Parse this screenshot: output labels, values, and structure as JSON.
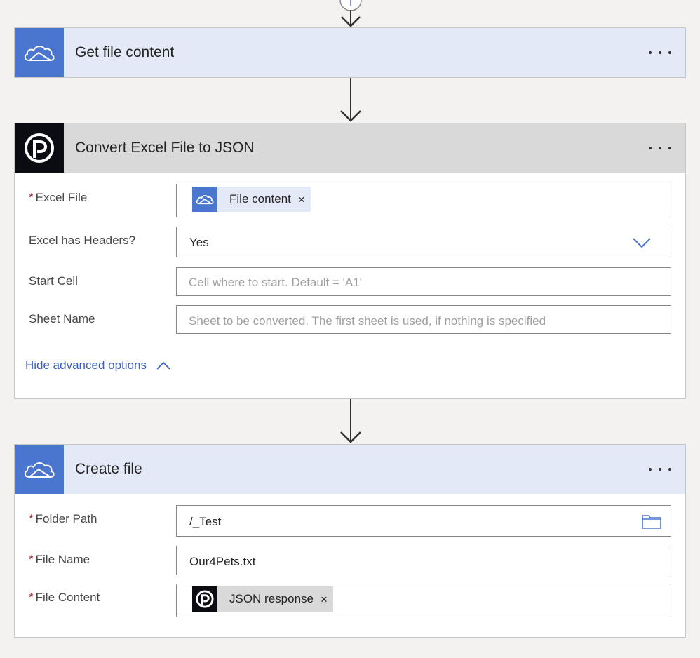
{
  "steps": [
    {
      "title": "Get file content"
    },
    {
      "title": "Convert Excel File to JSON",
      "fields": {
        "excel_file": {
          "label": "Excel File",
          "required_mark": "*",
          "token_label": "File content",
          "token_remove": "×"
        },
        "headers": {
          "label": "Excel has Headers?",
          "value": "Yes"
        },
        "start_cell": {
          "label": "Start Cell",
          "placeholder": "Cell where to start. Default = 'A1'"
        },
        "sheet_name": {
          "label": "Sheet Name",
          "placeholder": "Sheet to be converted. The first sheet is used, if nothing is specified"
        }
      },
      "advanced_link": "Hide advanced options"
    },
    {
      "title": "Create file",
      "fields": {
        "folder_path": {
          "label": "Folder Path",
          "required_mark": "*",
          "value": "/_Test"
        },
        "file_name": {
          "label": "File Name",
          "required_mark": "*",
          "value": "Our4Pets.txt"
        },
        "file_content": {
          "label": "File Content",
          "required_mark": "*",
          "token_label": "JSON response",
          "token_remove": "×"
        }
      }
    }
  ],
  "icons": {
    "onedrive": "onedrive-cloud-icon",
    "plumsail": "plumsail-logo-icon",
    "more": "more-options-icon",
    "chevron_down": "chevron-down-icon",
    "chevron_up": "chevron-up-icon",
    "folder": "folder-icon",
    "add": "add-step-icon",
    "arrow": "arrow-down-icon"
  },
  "colors": {
    "onedrive_blue": "#4a76cf",
    "header_blue": "#e3e9f7",
    "header_gray": "#d9d9d9",
    "plumsail_dark": "#0b0b12",
    "link_blue": "#3b5fc5",
    "required_red": "#a4262c",
    "placeholder_gray": "#a19f9d"
  }
}
